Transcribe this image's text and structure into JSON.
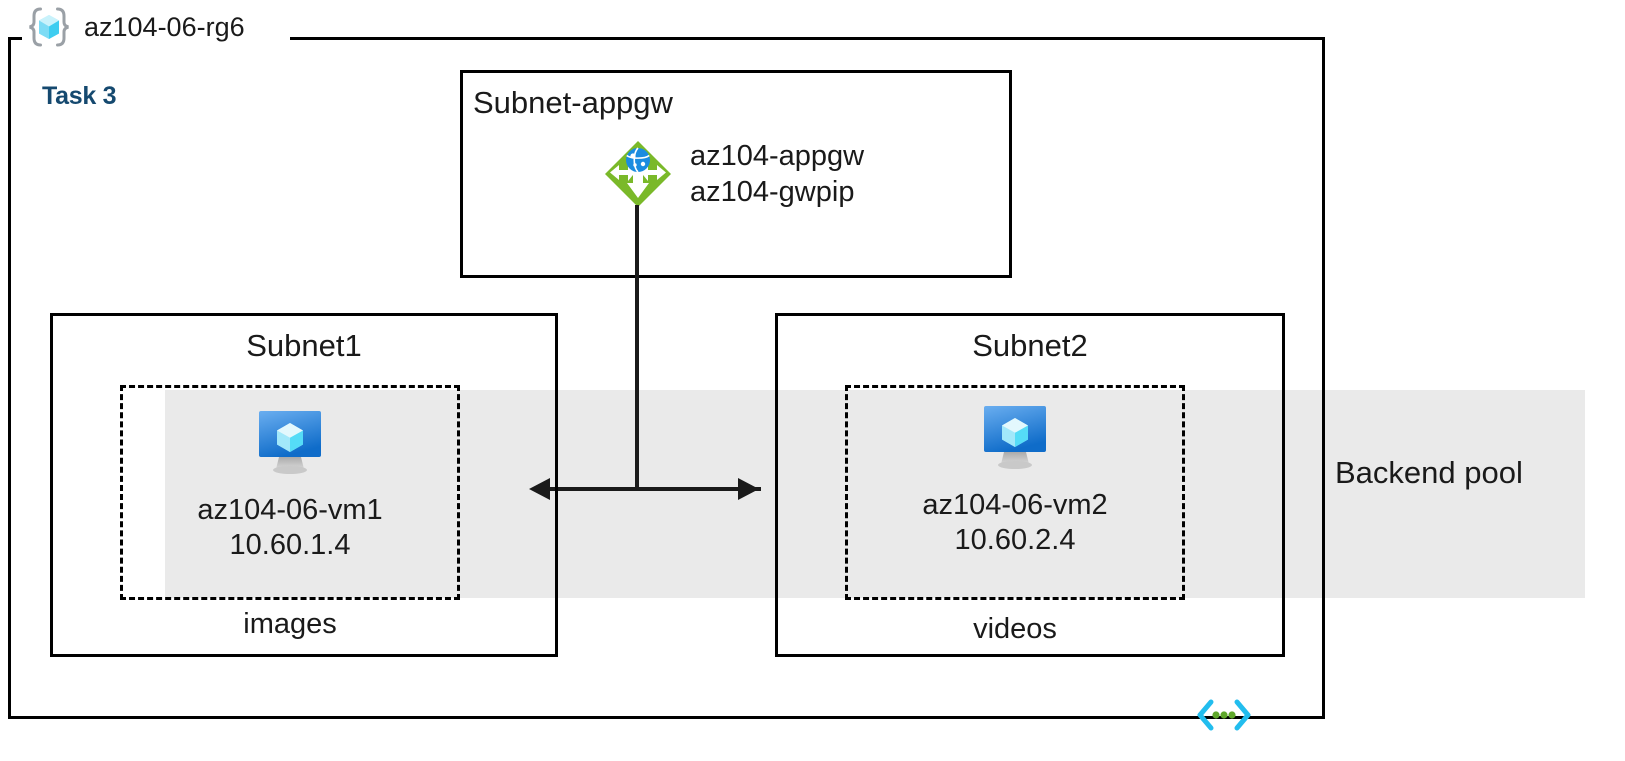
{
  "diagram": {
    "resource_group": {
      "name": "az104-06-rg6",
      "icon": "resource-group-cube-icon"
    },
    "task_label": "Task 3",
    "backend_pool_label": "Backend pool",
    "footer_icon": "code-brackets-icon",
    "subnets": [
      {
        "id": "subnet-appgw",
        "title": "Subnet-appgw",
        "resource": {
          "icon": "application-gateway-icon",
          "name": "az104-appgw",
          "public_ip": "az104-gwpip"
        }
      },
      {
        "id": "subnet1",
        "title": "Subnet1",
        "caption": "images",
        "vm": {
          "icon": "virtual-machine-icon",
          "name": "az104-06-vm1",
          "ip": "10.60.1.4"
        }
      },
      {
        "id": "subnet2",
        "title": "Subnet2",
        "caption": "videos",
        "vm": {
          "icon": "virtual-machine-icon",
          "name": "az104-06-vm2",
          "ip": "10.60.2.4"
        }
      }
    ],
    "colors": {
      "task_text": "#15496f",
      "backend_band": "#eaeaea",
      "gateway_green": "#7ab929",
      "gateway_globe_blue": "#1b8ce0",
      "vm_monitor_blue": "#2e8ce6",
      "rg_icon_cyan": "#3ecdf0",
      "code_icon_cyan": "#22bdee",
      "code_icon_green": "#5fa72a",
      "stroke": "#000000"
    }
  }
}
